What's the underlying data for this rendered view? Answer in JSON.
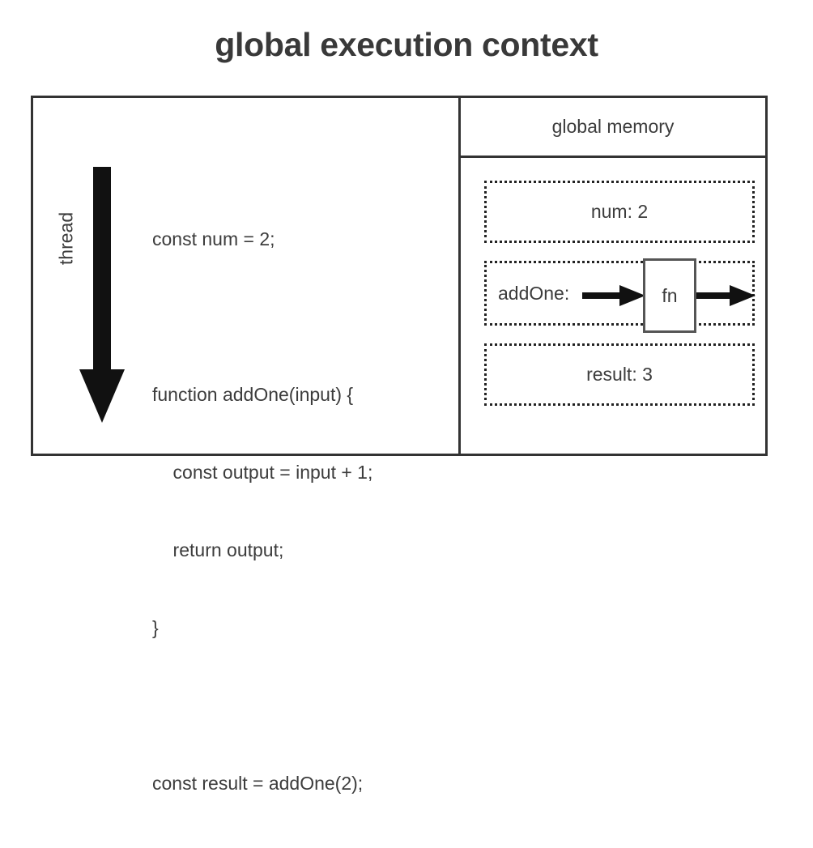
{
  "title": "global execution context",
  "colors": {
    "background": "#ffffff",
    "text": "#3c3c3c",
    "frame_border": "#333333",
    "dotted_border": "#222222",
    "arrow": "#111111",
    "fn_box_border": "#555555"
  },
  "thread_panel": {
    "label": "thread",
    "arrow_icon": "down-arrow-icon",
    "code_lines": [
      "const num = 2;",
      "",
      "function addOne(input) {",
      "    const output = input + 1;",
      "    return output;",
      "}",
      "",
      "const result = addOne(2);"
    ]
  },
  "memory_panel": {
    "header": "global memory",
    "slots": [
      {
        "type": "value",
        "label": "num: 2"
      },
      {
        "type": "function",
        "label": "addOne:",
        "fn_box_label": "fn",
        "arrow_in_icon": "right-arrow-icon",
        "arrow_out_icon": "right-arrow-icon"
      },
      {
        "type": "value",
        "label": "result: 3"
      }
    ]
  }
}
